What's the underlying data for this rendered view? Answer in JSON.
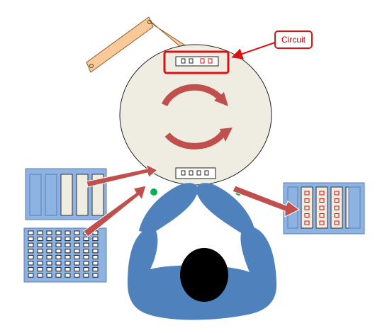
{
  "callout": {
    "label": "Circuit"
  },
  "colors": {
    "turntable_fill": "#efece2",
    "arm": "#f9c99a",
    "arm_stroke": "#8a5a2b",
    "circuit_red": "#dd1111",
    "rotation_arrow": "#c0504d",
    "flow_arrow": "#c0504d",
    "operator_body": "#4f81bd",
    "operator_head": "#000000",
    "panel_fill": "#8db3e2",
    "panel_stroke": "#5b7fae",
    "indicator_light": "#00b050"
  },
  "icons": {
    "rotation": "clockwise-cycle-arrows",
    "operator": "person-top-view"
  }
}
